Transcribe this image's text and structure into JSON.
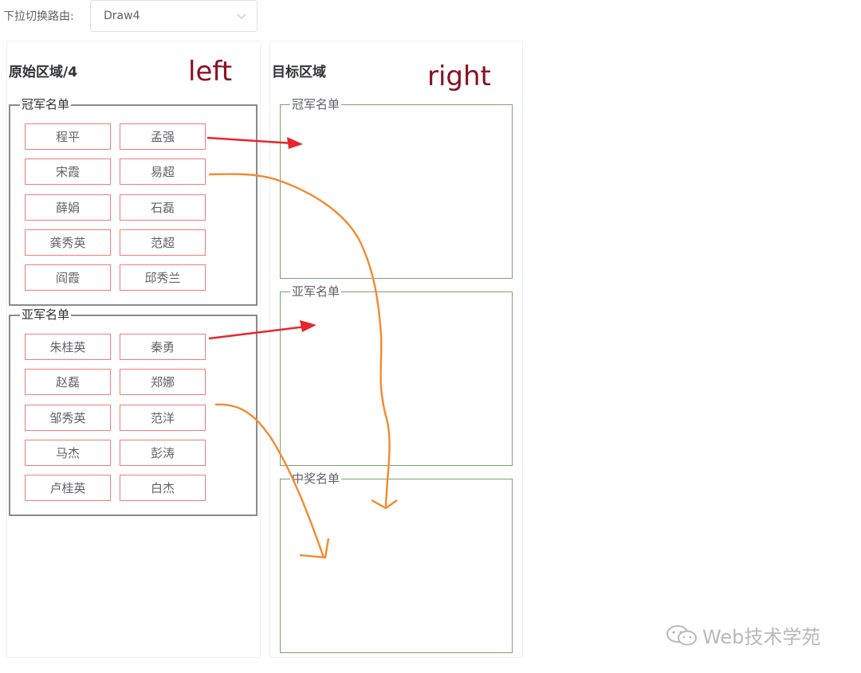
{
  "route": {
    "label": "下拉切换路由:",
    "selected": "Draw4"
  },
  "left_panel": {
    "title": "原始区域/4",
    "annotation": "left",
    "groups": [
      {
        "legend": "冠军名单",
        "names": [
          "程平",
          "孟强",
          "宋霞",
          "易超",
          "薛娟",
          "石磊",
          "龚秀英",
          "范超",
          "阎霞",
          "邱秀兰"
        ]
      },
      {
        "legend": "亚军名单",
        "names": [
          "朱桂英",
          "秦勇",
          "赵磊",
          "郑娜",
          "邹秀英",
          "范洋",
          "马杰",
          "彭涛",
          "卢桂英",
          "白杰"
        ]
      }
    ]
  },
  "right_panel": {
    "title": "目标区域",
    "annotation": "right",
    "groups": [
      {
        "legend": "冠军名单"
      },
      {
        "legend": "亚军名单"
      },
      {
        "legend": "中奖名单"
      }
    ]
  },
  "watermark": {
    "text": "Web技术学苑"
  },
  "colors": {
    "item_border": "#f07c7c",
    "source_border": "#8a8a8a",
    "target_border": "#7aa36a",
    "annotation": "#8b1023",
    "arrow_red": "#e8262b",
    "arrow_orange": "#f28a2e"
  }
}
